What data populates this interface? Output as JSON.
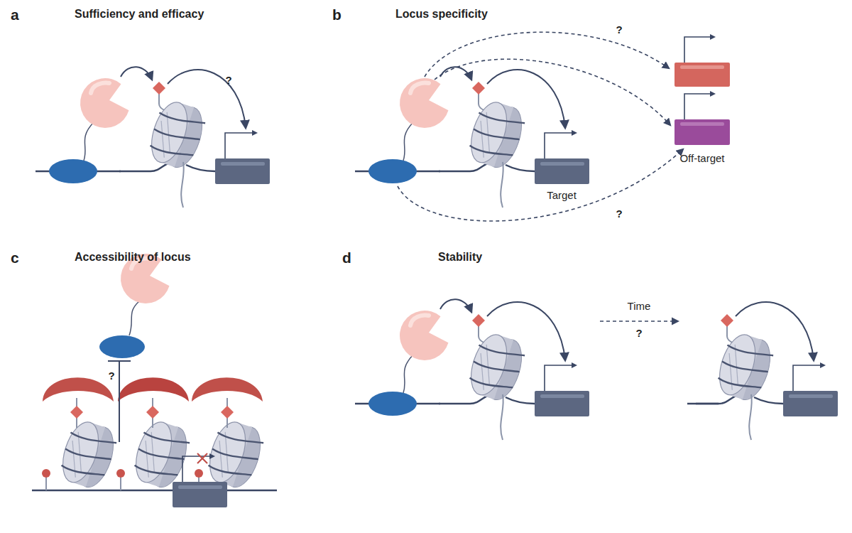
{
  "diagram": {
    "labels": [
      "a",
      "Sufficiency and efficacy",
      "?",
      "b",
      "Locus specificity",
      "?",
      "Target",
      "Off-target",
      "?",
      "c",
      "Accessibility of locus",
      "?",
      "d",
      "Stability",
      "Time",
      "?"
    ]
  }
}
